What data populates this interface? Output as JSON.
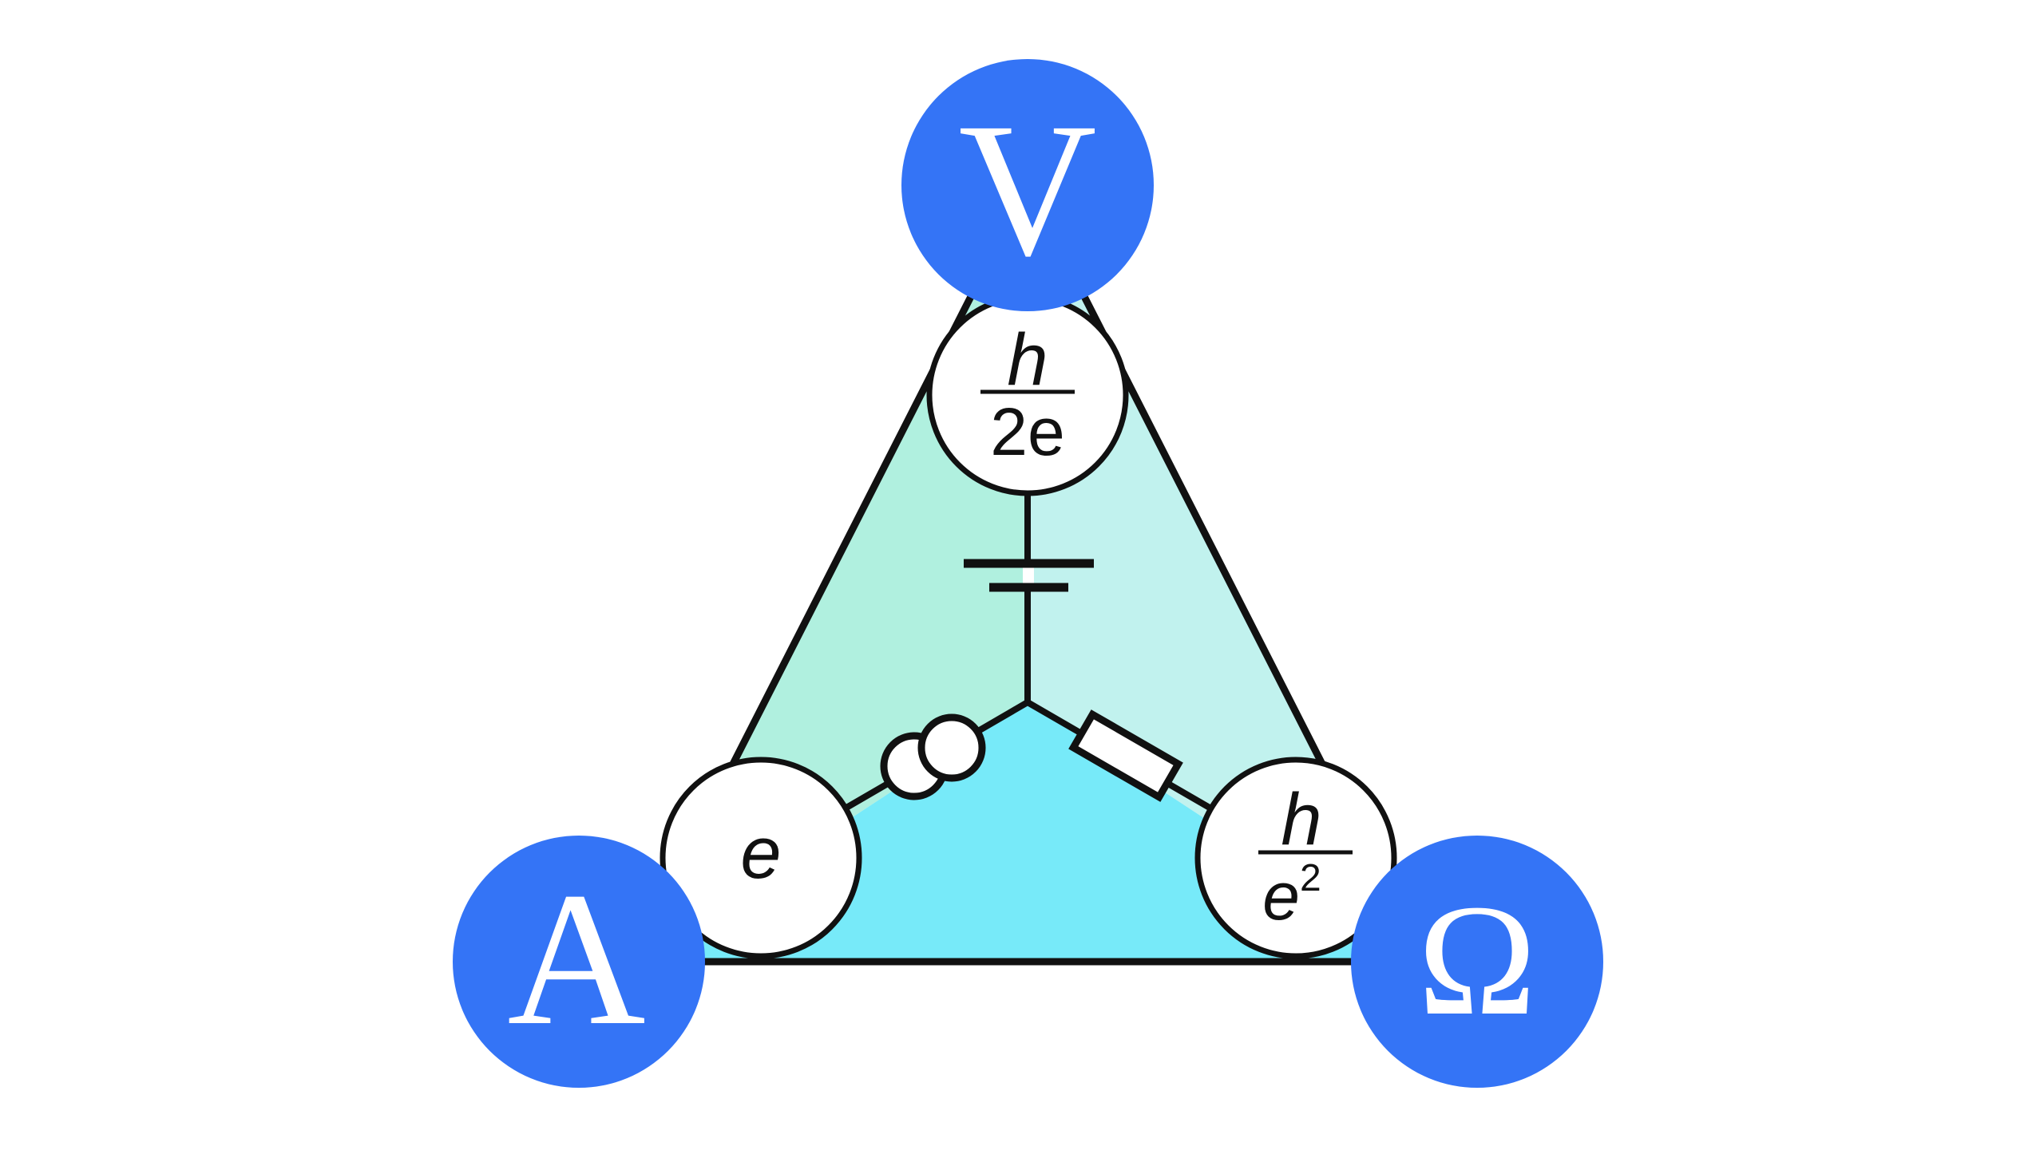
{
  "nodes": {
    "top": {
      "label": "V"
    },
    "left": {
      "label": "A"
    },
    "right": {
      "label": "Ω"
    }
  },
  "constants": {
    "josephson": {
      "numerator": "h",
      "denominator": "2e"
    },
    "elementary_charge": {
      "label": "e"
    },
    "von_klitzing": {
      "numerator": "h",
      "denominator_base": "e",
      "denominator_exponent": "2"
    }
  },
  "colors": {
    "node_fill": "#3474f6",
    "node_label": "#ffffff",
    "region_left": "#b0f0df",
    "region_right": "#c1f2ee",
    "region_bottom": "#77eaf9",
    "stroke": "#111111",
    "constant_circle_fill": "#ffffff"
  },
  "icons": {
    "battery": "battery-icon",
    "current_source": "current-source-icon",
    "resistor": "resistor-icon"
  }
}
